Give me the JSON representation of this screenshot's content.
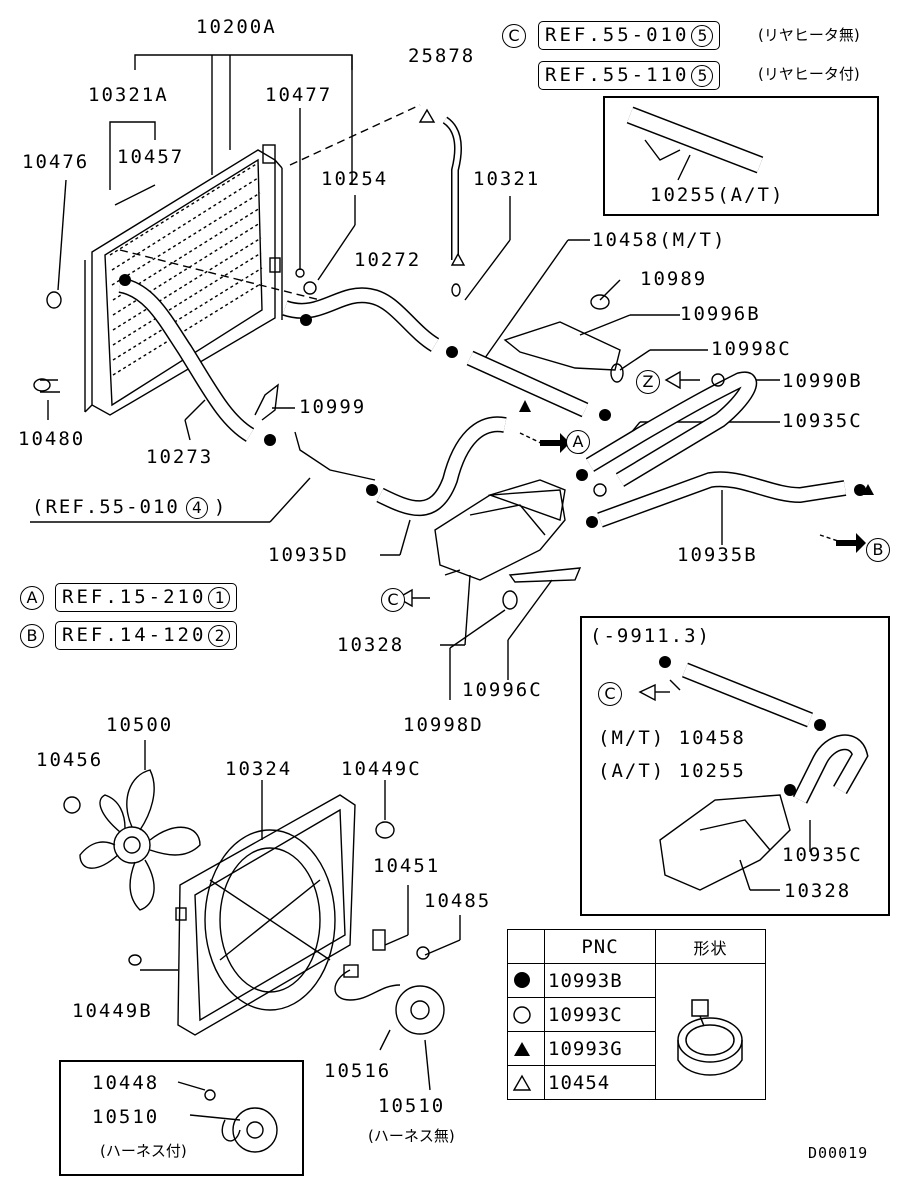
{
  "diagram_id": "D00019",
  "reference_boxes": [
    {
      "id": "ref-55-010-5",
      "letter": "C",
      "text": "REF.55-010",
      "num": "5",
      "note": "(リヤヒータ無)"
    },
    {
      "id": "ref-55-110-5",
      "letter": "",
      "text": "REF.55-110",
      "num": "5",
      "note": "(リヤヒータ付)"
    },
    {
      "id": "ref-15-210-1",
      "letter": "A",
      "text": "REF.15-210",
      "num": "1",
      "note": ""
    },
    {
      "id": "ref-14-120-2",
      "letter": "B",
      "text": "REF.14-120",
      "num": "2",
      "note": ""
    }
  ],
  "inline_ref": {
    "text": "(REF.55-010",
    "num": "4",
    "close": ")"
  },
  "inset_top": {
    "caption": "10255(A/T)"
  },
  "inset_right": {
    "title": "(-9911.3)",
    "mt_label": "(M/T) 10458",
    "at_label": "(A/T) 10255",
    "part_a": "10935C",
    "part_b": "10328"
  },
  "inset_bottom": {
    "part_a": "10448",
    "part_b": "10510",
    "note": "(ハーネス付)"
  },
  "part_labels": {
    "p10200A": "10200A",
    "p10321A": "10321A",
    "p10477": "10477",
    "p10476": "10476",
    "p10457": "10457",
    "p10254": "10254",
    "p25878": "25878",
    "p10321": "10321",
    "p10272": "10272",
    "p10458mt": "10458(M/T)",
    "p10989": "10989",
    "p10996B": "10996B",
    "p10998C": "10998C",
    "p10990B": "10990B",
    "p10935C": "10935C",
    "p10480": "10480",
    "p10999": "10999",
    "p10273": "10273",
    "p10935D": "10935D",
    "p10935B": "10935B",
    "p10328": "10328",
    "p10996C": "10996C",
    "p10998D": "10998D",
    "p10500": "10500",
    "p10456": "10456",
    "p10324": "10324",
    "p10449C": "10449C",
    "p10451": "10451",
    "p10485": "10485",
    "p10449B": "10449B",
    "p10516": "10516",
    "p10510": "10510",
    "p10510note": "(ハーネス無)"
  },
  "markers": {
    "z": "Z",
    "a": "A",
    "b": "B",
    "c": "C"
  },
  "legend": {
    "header_pnc": "PNC",
    "header_shape": "形状",
    "rows": [
      {
        "symbol": "filled-circle",
        "pnc": "10993B"
      },
      {
        "symbol": "open-circle",
        "pnc": "10993C"
      },
      {
        "symbol": "filled-triangle",
        "pnc": "10993G"
      },
      {
        "symbol": "open-triangle",
        "pnc": "10454"
      }
    ]
  }
}
